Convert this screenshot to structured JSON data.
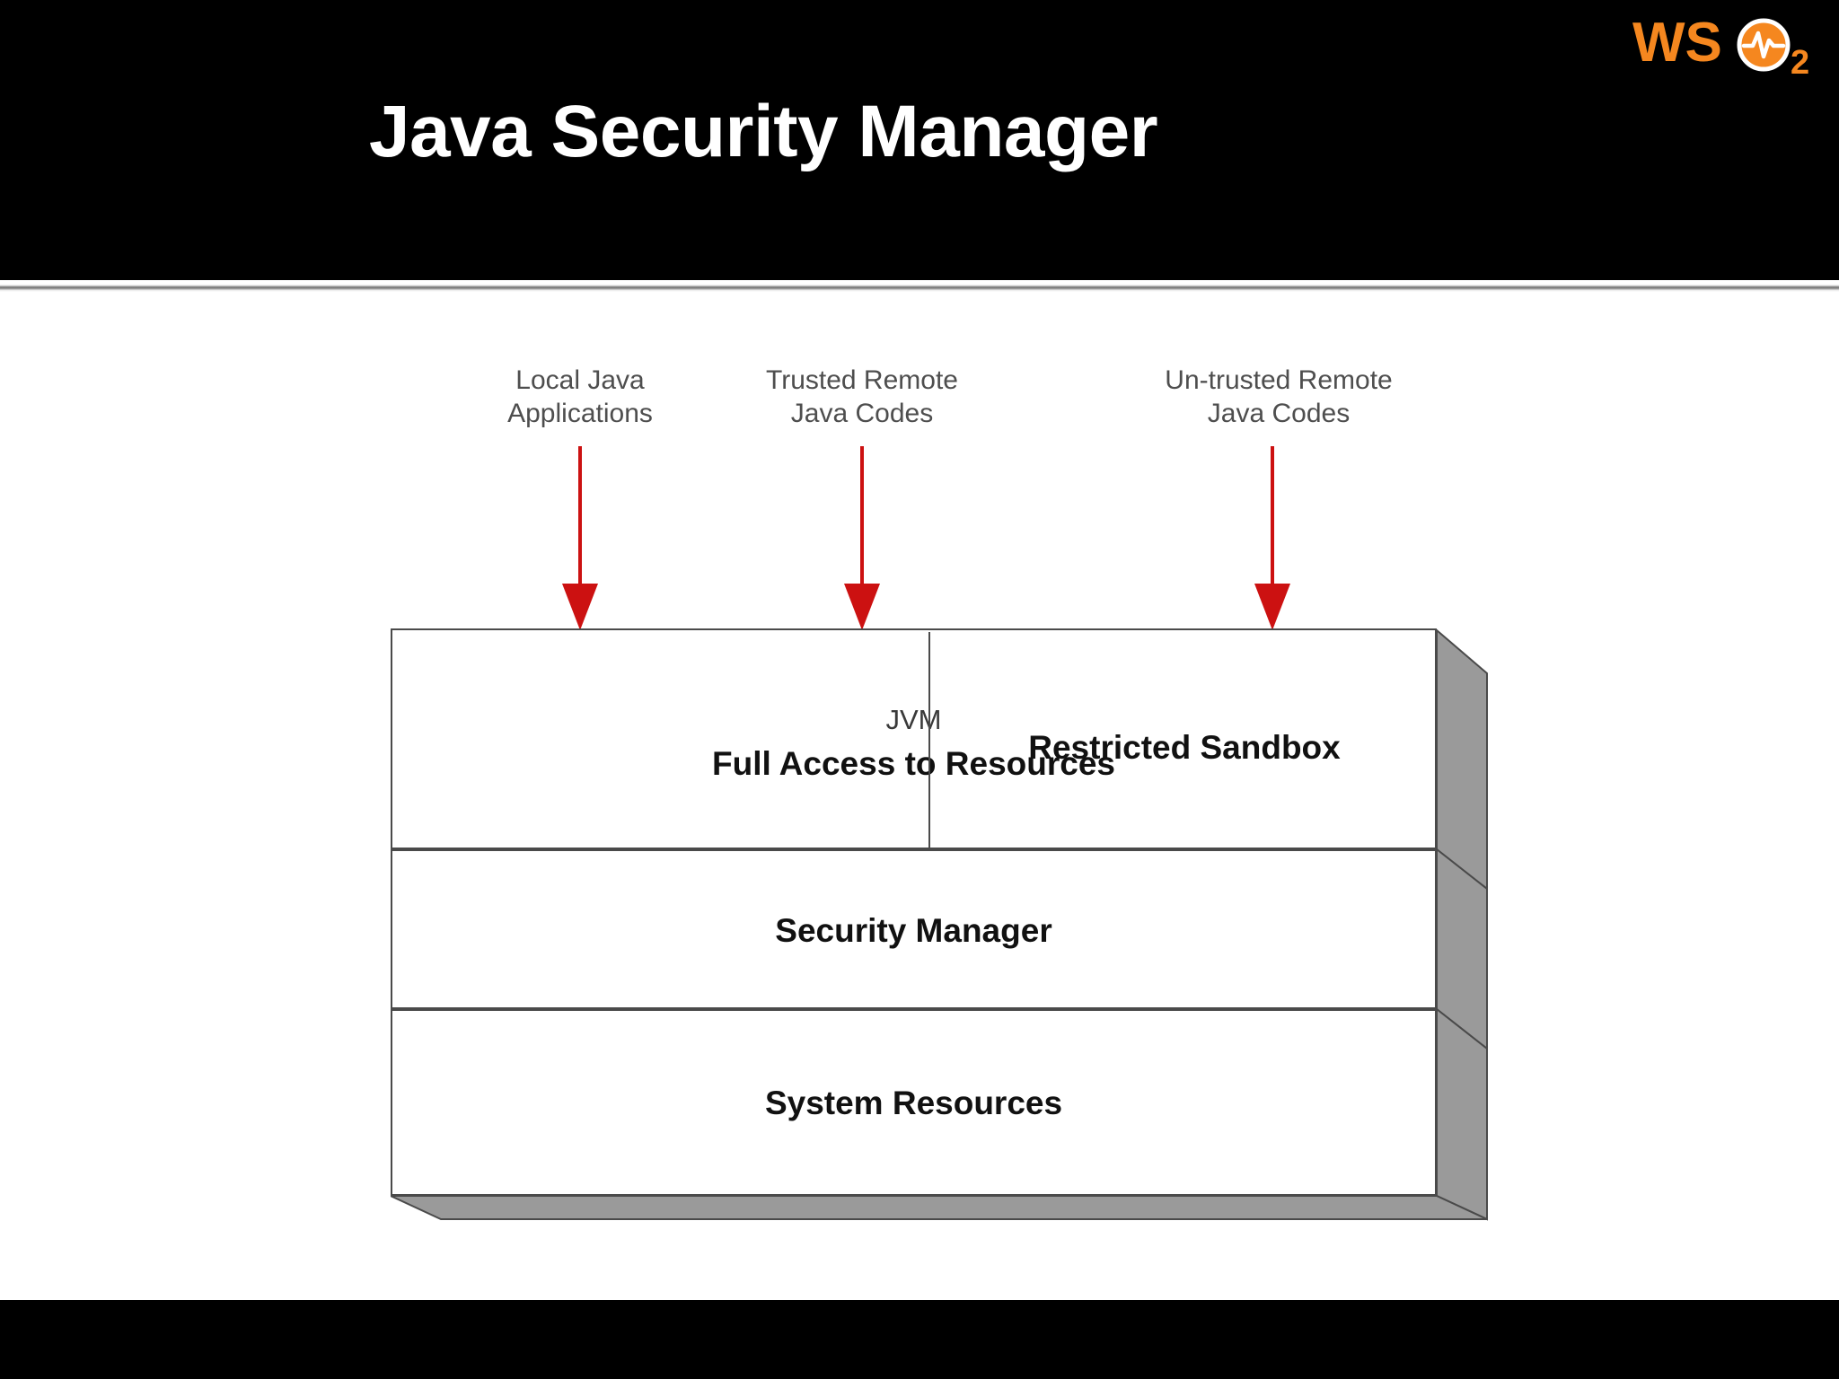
{
  "slide": {
    "title": "Java Security Manager",
    "background_dark": "#000000",
    "background_light": "#ffffff"
  },
  "logo": {
    "name": "wso2-logo",
    "text_left": "WS",
    "text_sub": "2",
    "color": "#F5871F",
    "mark": "pulse-circle-icon"
  },
  "diagram": {
    "type": "layered-block-diagram",
    "arrow_color": "#CC1111",
    "sources": [
      {
        "id": "local-java-applications",
        "label": "Local Java\nApplications",
        "target": "jvm-full-access"
      },
      {
        "id": "trusted-remote-java-codes",
        "label": "Trusted Remote\nJava Codes",
        "target": "jvm-full-access"
      },
      {
        "id": "untrusted-remote-java-codes",
        "label": "Un-trusted Remote\nJava Codes",
        "target": "restricted-sandbox"
      }
    ],
    "layers": [
      {
        "id": "runtime-layer",
        "cells": [
          {
            "id": "jvm-full-access",
            "line1": "JVM",
            "line2": "Full Access to Resources"
          },
          {
            "id": "restricted-sandbox",
            "line1": "Restricted Sandbox"
          }
        ]
      },
      {
        "id": "security-manager-layer",
        "label": "Security Manager"
      },
      {
        "id": "system-resources-layer",
        "label": "System Resources"
      }
    ],
    "box_border_color": "#4a4a4a",
    "shadow_color": "#9a9a9a"
  }
}
